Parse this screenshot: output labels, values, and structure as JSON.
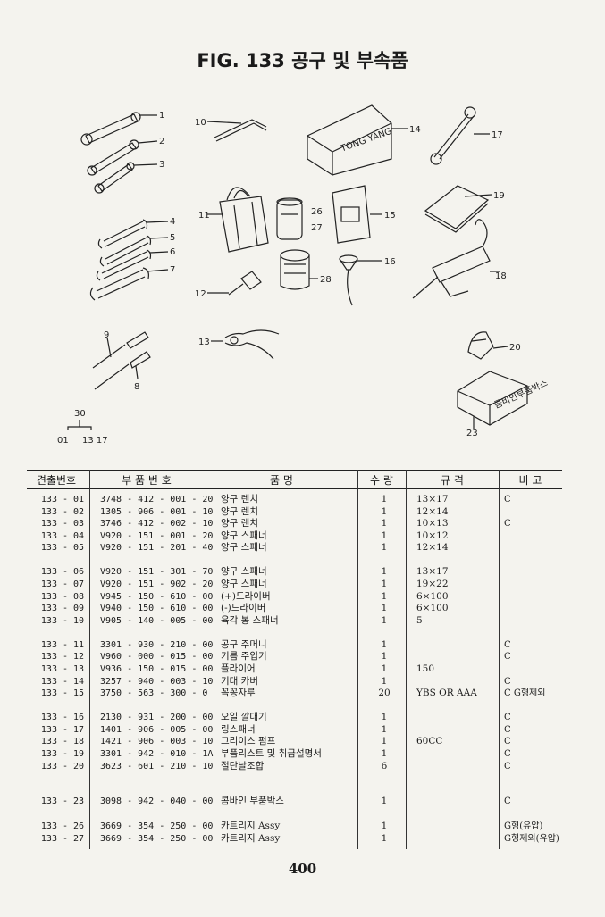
{
  "title": "FIG. 133 공구 및 부속품",
  "figure": {
    "callouts": [
      "1",
      "2",
      "3",
      "4",
      "5",
      "6",
      "7",
      "8",
      "9",
      "10",
      "11",
      "12",
      "13",
      "14",
      "15",
      "16",
      "17",
      "18",
      "19",
      "20",
      "23",
      "26",
      "27",
      "28",
      "30",
      "01",
      "13 17"
    ],
    "box_text": "TONG YANG",
    "box23_text": "콤비인부품박스"
  },
  "table": {
    "headers": [
      "견출번호",
      "부 품 번 호",
      "품 명",
      "수 량",
      "규 격",
      "비 고"
    ],
    "rows": [
      {
        "no": "133 - 01",
        "part": "3748 - 412 - 001 - 20",
        "name": "양구 렌치",
        "qty": "1",
        "spec": "13×17",
        "remark": "C"
      },
      {
        "no": "133 - 02",
        "part": "1305 - 906 - 001 - 10",
        "name": "양구 렌치",
        "qty": "1",
        "spec": "12×14",
        "remark": ""
      },
      {
        "no": "133 - 03",
        "part": "3746 - 412 - 002 - 10",
        "name": "양구 렌치",
        "qty": "1",
        "spec": "10×13",
        "remark": "C"
      },
      {
        "no": "133 - 04",
        "part": "V920 - 151 - 001 - 20",
        "name": "양구 스패너",
        "qty": "1",
        "spec": "10×12",
        "remark": ""
      },
      {
        "no": "133 - 05",
        "part": "V920 - 151 - 201 - 40",
        "name": "양구 스패너",
        "qty": "1",
        "spec": "12×14",
        "remark": ""
      },
      {
        "no": "133 - 06",
        "part": "V920 - 151 - 301 - 70",
        "name": "양구 스패너",
        "qty": "1",
        "spec": "13×17",
        "remark": ""
      },
      {
        "no": "133 - 07",
        "part": "V920 - 151 - 902 - 20",
        "name": "양구 스패너",
        "qty": "1",
        "spec": "19×22",
        "remark": ""
      },
      {
        "no": "133 - 08",
        "part": "V945 - 150 - 610 - 00",
        "name": "(+)드라이버",
        "qty": "1",
        "spec": "6×100",
        "remark": ""
      },
      {
        "no": "133 - 09",
        "part": "V940 - 150 - 610 - 00",
        "name": "(-)드라이버",
        "qty": "1",
        "spec": "6×100",
        "remark": ""
      },
      {
        "no": "133 - 10",
        "part": "V905 - 140 - 005 - 00",
        "name": "육각 봉 스패너",
        "qty": "1",
        "spec": "5",
        "remark": ""
      },
      {
        "no": "133 - 11",
        "part": "3301 - 930 - 210 - 00",
        "name": "공구 주머니",
        "qty": "1",
        "spec": "",
        "remark": "C"
      },
      {
        "no": "133 - 12",
        "part": "V960 - 000 - 015 - 00",
        "name": "기름 주입기",
        "qty": "1",
        "spec": "",
        "remark": "C"
      },
      {
        "no": "133 - 13",
        "part": "V936 - 150 - 015 - 00",
        "name": "플라이어",
        "qty": "1",
        "spec": "150",
        "remark": ""
      },
      {
        "no": "133 - 14",
        "part": "3257 - 940 - 003 - 10",
        "name": "기대 카버",
        "qty": "1",
        "spec": "",
        "remark": "C"
      },
      {
        "no": "133 - 15",
        "part": "3750 - 563 - 300 - 0",
        "name": "꼭꽁자루",
        "qty": "20",
        "spec": "YBS OR AAA",
        "remark": "C G형제외"
      },
      {
        "no": "133 - 16",
        "part": "2130 - 931 - 200 - 00",
        "name": "오일 깔대기",
        "qty": "1",
        "spec": "",
        "remark": "C"
      },
      {
        "no": "133 - 17",
        "part": "1401 - 906 - 005 - 00",
        "name": "링스패너",
        "qty": "1",
        "spec": "",
        "remark": "C"
      },
      {
        "no": "133 - 18",
        "part": "1421 - 906 - 003 - 10",
        "name": "그리이스 펌프",
        "qty": "1",
        "spec": "60CC",
        "remark": "C"
      },
      {
        "no": "133 - 19",
        "part": "3301 - 942 - 010 - 1A",
        "name": "부품리스트 및 취급설명서",
        "qty": "1",
        "spec": "",
        "remark": "C"
      },
      {
        "no": "133 - 20",
        "part": "3623 - 601 - 210 - 10",
        "name": "절단날조합",
        "qty": "6",
        "spec": "",
        "remark": "C"
      },
      {
        "no": "133 - 23",
        "part": "3098 - 942 - 040 - 00",
        "name": "콤바인 부품박스",
        "qty": "1",
        "spec": "",
        "remark": "C"
      },
      {
        "no": "133 - 26",
        "part": "3669 - 354 - 250 - 00",
        "name": "카트리지 Assy",
        "qty": "1",
        "spec": "",
        "remark": "G형(유압)"
      },
      {
        "no": "133 - 27",
        "part": "3669 - 354 - 250 - 00",
        "name": "카트리지 Assy",
        "qty": "1",
        "spec": "",
        "remark": "G형제외(유압)"
      }
    ]
  },
  "page_number": "400"
}
